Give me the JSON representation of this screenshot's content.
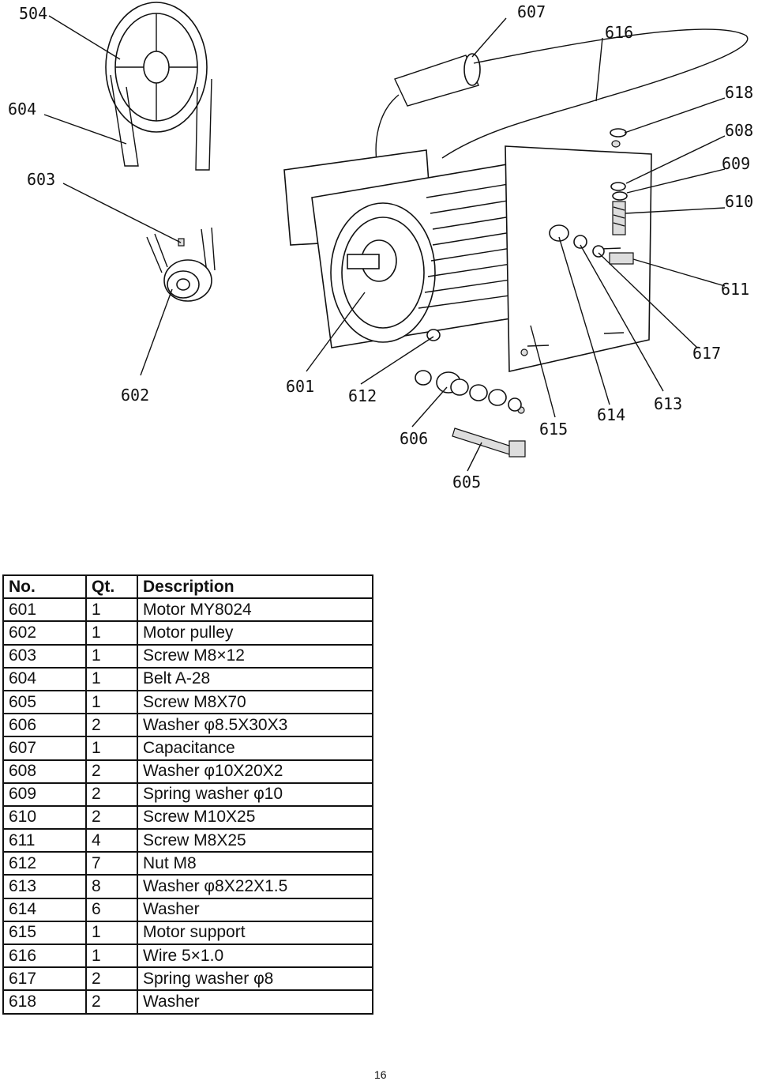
{
  "drawing": {
    "callouts": [
      "504",
      "607",
      "616",
      "618",
      "608",
      "609",
      "610",
      "604",
      "603",
      "611",
      "617",
      "602",
      "601",
      "612",
      "614",
      "613",
      "615",
      "606",
      "605"
    ]
  },
  "table": {
    "headers": {
      "no": "No.",
      "qty": "Qt.",
      "desc": "Description"
    },
    "rows": [
      {
        "no": "601",
        "qty": "1",
        "desc": "Motor MY8024"
      },
      {
        "no": "602",
        "qty": "1",
        "desc": "Motor pulley"
      },
      {
        "no": "603",
        "qty": "1",
        "desc": "Screw M8×12"
      },
      {
        "no": "604",
        "qty": "1",
        "desc": "Belt A-28"
      },
      {
        "no": "605",
        "qty": "1",
        "desc": "Screw M8X70"
      },
      {
        "no": "606",
        "qty": "2",
        "desc": "Washer φ8.5X30X3"
      },
      {
        "no": "607",
        "qty": "1",
        "desc": "Capacitance"
      },
      {
        "no": "608",
        "qty": "2",
        "desc": "Washer φ10X20X2"
      },
      {
        "no": "609",
        "qty": "2",
        "desc": "Spring washer φ10"
      },
      {
        "no": "610",
        "qty": "2",
        "desc": "Screw M10X25"
      },
      {
        "no": "611",
        "qty": "4",
        "desc": "Screw M8X25"
      },
      {
        "no": "612",
        "qty": "7",
        "desc": "Nut M8"
      },
      {
        "no": "613",
        "qty": "8",
        "desc": "Washer φ8X22X1.5"
      },
      {
        "no": "614",
        "qty": "6",
        "desc": "Washer"
      },
      {
        "no": "615",
        "qty": "1",
        "desc": "Motor support"
      },
      {
        "no": "616",
        "qty": "1",
        "desc": "Wire 5×1.0"
      },
      {
        "no": "617",
        "qty": "2",
        "desc": "Spring washer φ8"
      },
      {
        "no": "618",
        "qty": "2",
        "desc": "Washer"
      }
    ]
  },
  "page_number": "16"
}
